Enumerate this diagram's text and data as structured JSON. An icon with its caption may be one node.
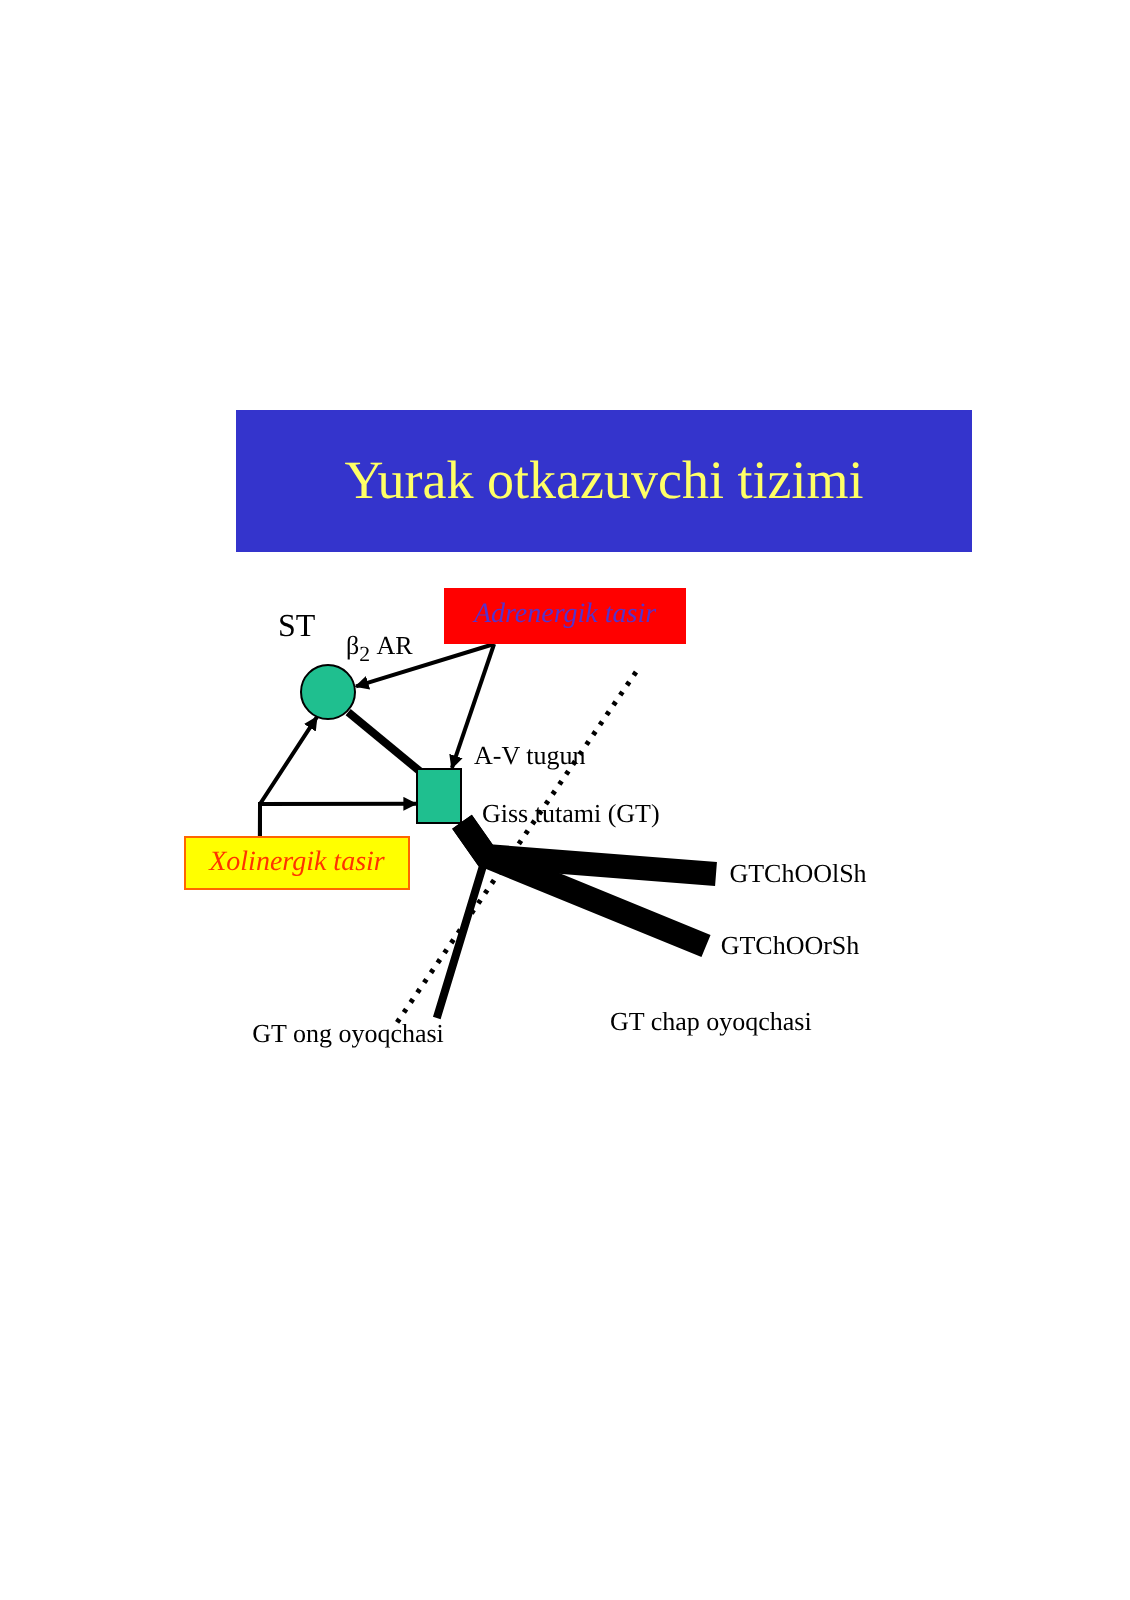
{
  "diagram": {
    "nodes": [
      {
        "text": [
          "Yurak otkazuvchi tizimi"
        ]
      },
      {
        "text": [],
        "shape": "circle",
        "beside": [
          "ST"
        ]
      },
      {
        "text": [],
        "shape": "box",
        "beside": [
          "A-V tugun",
          "Giss tutami (GT)"
        ]
      },
      {
        "text": [
          "Adrenergik tasir"
        ]
      },
      {
        "text": [
          "Xolinergik tasir"
        ]
      },
      {
        "text": [
          "GTChOOlSh"
        ]
      },
      {
        "text": [
          "GTChOOrSh"
        ]
      },
      {
        "text": [
          "GT ong oyoqchasi"
        ]
      }
    ],
    "edges": [
      {
        "from": 3,
        "to": 1,
        "arrow": "to"
      },
      {
        "from": 3,
        "to": 2,
        "arrow": "to"
      },
      {
        "from": 4,
        "to": 1,
        "arrow": "to"
      },
      {
        "from": 4,
        "to": 2,
        "arrow": "to"
      },
      {
        "from": 1,
        "to": 2,
        "arrow": "none",
        "style": "thick"
      },
      {
        "from": 2,
        "to": 5,
        "arrow": "none",
        "style": "thick"
      },
      {
        "from": 2,
        "to": 6,
        "arrow": "none",
        "style": "thick"
      },
      {
        "from": 2,
        "to": 7,
        "arrow": "none",
        "style": "thick"
      }
    ],
    "labels": [
      "β$_{2}$ AR",
      "GT chap oyoqchasi"
    ]
  }
}
